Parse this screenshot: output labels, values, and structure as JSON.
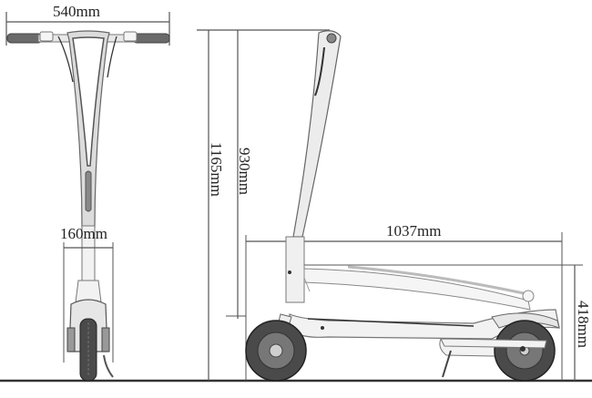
{
  "diagram": {
    "subject": "Electric scooter dimensions",
    "views": [
      "front view",
      "side view"
    ],
    "unit": "mm",
    "dimensions": {
      "handlebar_width": "540mm",
      "base_width": "160mm",
      "total_height": "1165mm",
      "stem_height": "930mm",
      "length": "1037mm",
      "folded_height": "418mm"
    },
    "colors": {
      "line": "#555555",
      "ground": "#333333",
      "tire": "#4a4a4a",
      "body": "#f2f2f2",
      "body_stroke": "#777777"
    }
  }
}
